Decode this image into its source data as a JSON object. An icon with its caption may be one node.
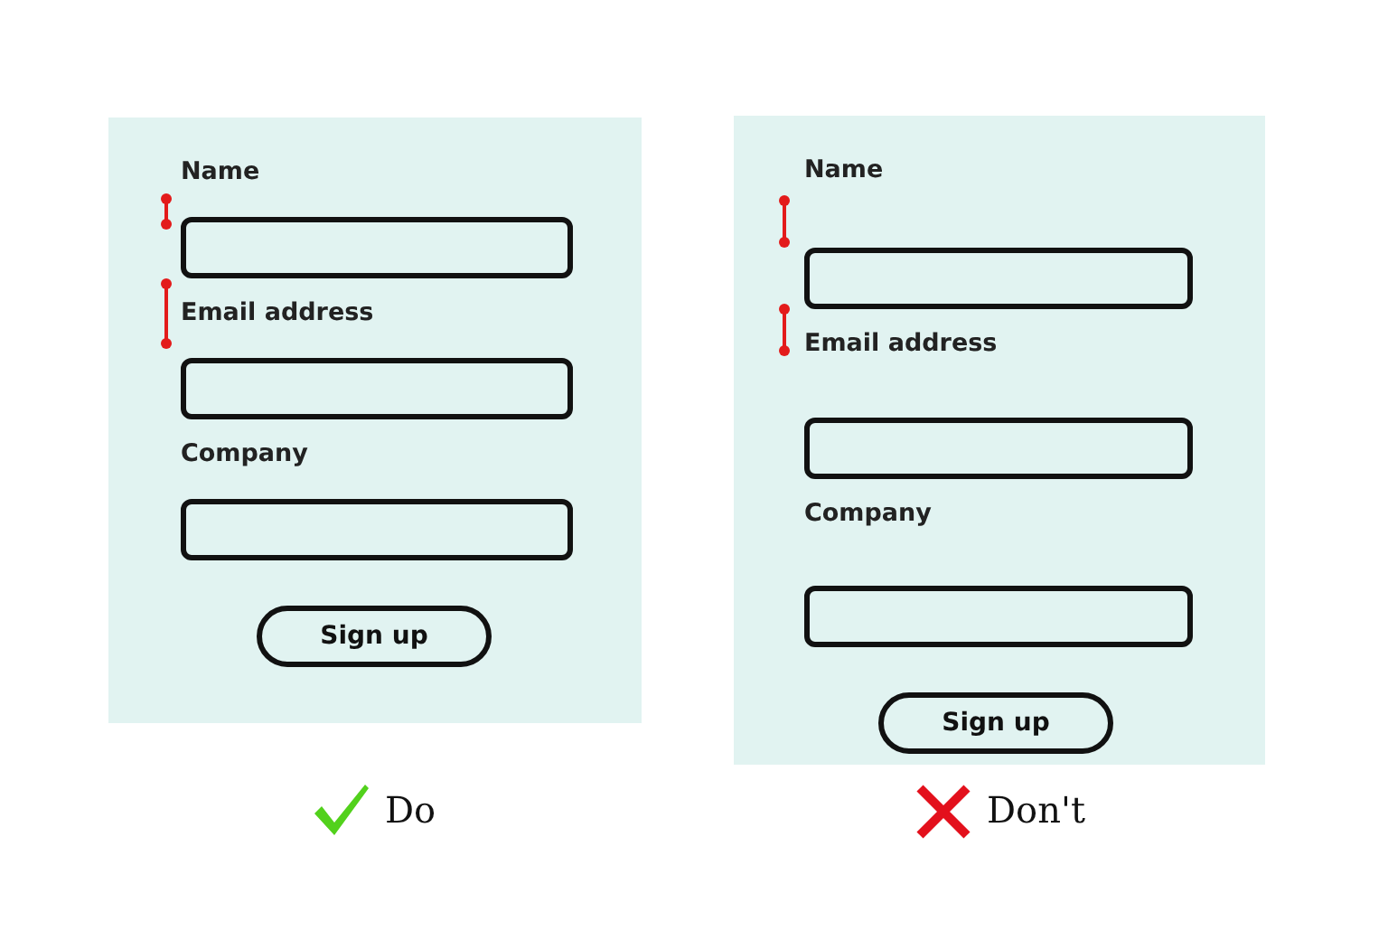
{
  "diagram": {
    "nodes": [
      {
        "text": [
          "Name",
          "Email address",
          "Company"
        ],
        "beside": [
          "Do"
        ]
      },
      {
        "text": [],
        "shape": "box",
        "in": 0
      },
      {
        "text": [],
        "shape": "box",
        "in": 0
      },
      {
        "text": [],
        "shape": "box",
        "in": 0
      },
      {
        "text": [
          "Sign up"
        ],
        "in": 0
      },
      {
        "text": [
          "Name",
          "Email address",
          "Company"
        ],
        "beside": [
          "Don't"
        ]
      },
      {
        "text": [],
        "shape": "box",
        "in": 5
      },
      {
        "text": [],
        "shape": "box",
        "in": 5
      },
      {
        "text": [],
        "shape": "box",
        "in": 5
      },
      {
        "text": [
          "Sign up"
        ],
        "in": 5
      }
    ],
    "edges": []
  }
}
